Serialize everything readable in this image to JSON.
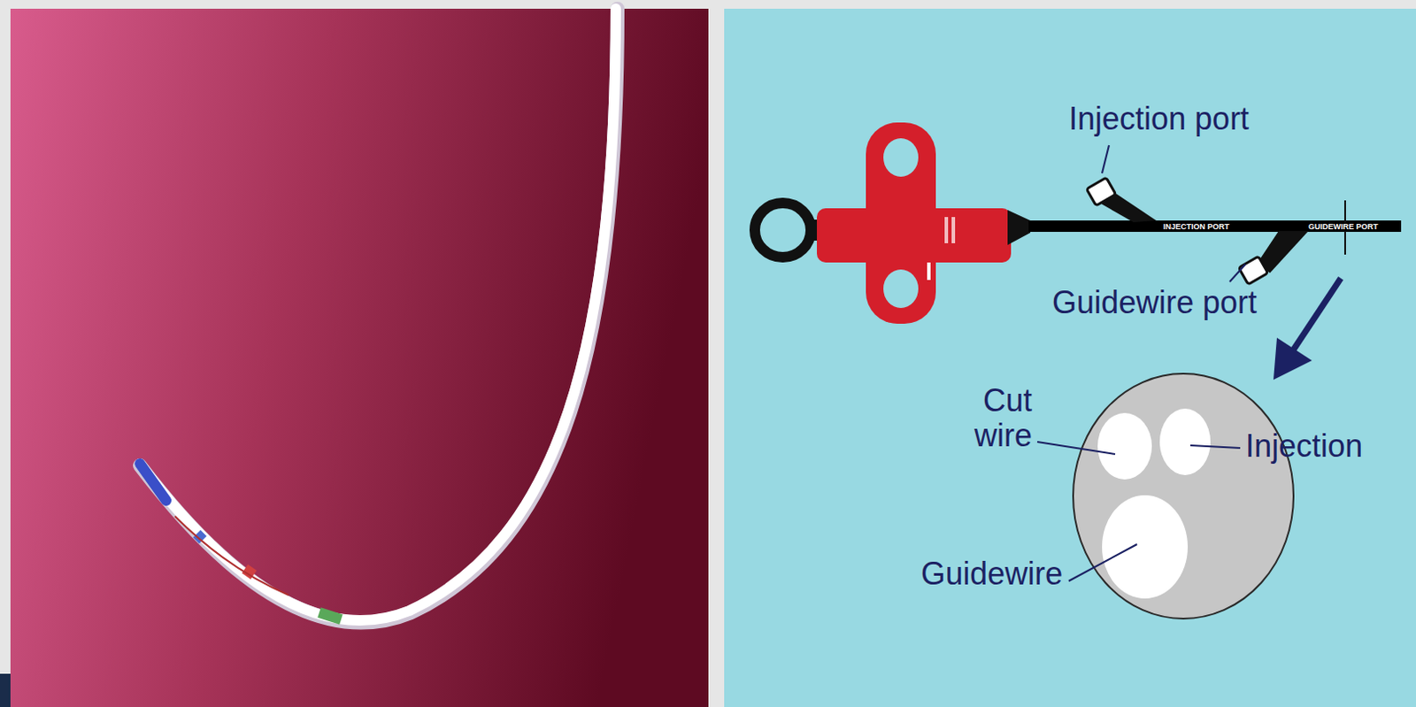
{
  "diagram": {
    "labels": [
      "Injection port",
      "INJECTION PORT",
      "GUIDEWIRE PORT",
      "Guidewire port",
      "Cut wire",
      "Injection",
      "Guidewire"
    ]
  }
}
